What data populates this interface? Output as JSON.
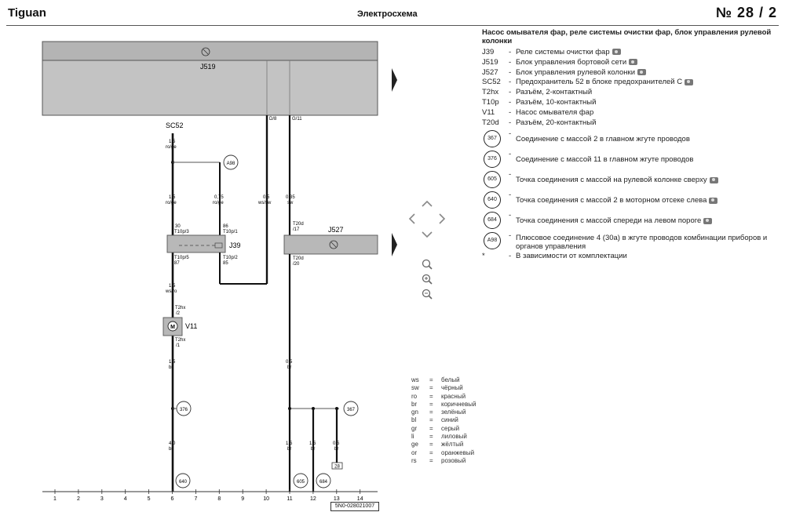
{
  "header": {
    "model": "Tiguan",
    "title": "Электросхема",
    "page": "№ 28 / 2"
  },
  "legend": {
    "title": "Насос омывателя фар, реле системы очистки фар, блок управления рулевой колонки",
    "items": [
      {
        "code": "J39",
        "dash": "-",
        "desc": "Реле системы очистки фар",
        "icon": "camera-icon"
      },
      {
        "code": "J519",
        "dash": "-",
        "desc": "Блок управления бортовой сети",
        "icon": "camera-icon"
      },
      {
        "code": "J527",
        "dash": "-",
        "desc": "Блок управления рулевой колонки",
        "icon": "camera-icon"
      },
      {
        "code": "SC52",
        "dash": "-",
        "desc": "Предохранитель 52 в блоке предохранителей C",
        "icon": "camera-icon"
      },
      {
        "code": "T2hx",
        "dash": "-",
        "desc": "Разъём, 2-контактный"
      },
      {
        "code": "T10p",
        "dash": "-",
        "desc": "Разъём, 10-контактный"
      },
      {
        "code": "V11",
        "dash": "-",
        "desc": "Насос омывателя фар"
      },
      {
        "code": "T20d",
        "dash": "-",
        "desc": "Разъём, 20-контактный"
      }
    ],
    "grounds": [
      {
        "num": "367",
        "dash": "-",
        "desc": "Соединение с массой 2 в главном жгуте проводов"
      },
      {
        "num": "376",
        "dash": "-",
        "desc": "Соединение с массой 11 в главном жгуте проводов"
      },
      {
        "num": "605",
        "dash": "-",
        "desc": "Точка соединения с массой на рулевой колонке сверху",
        "icon": "camera-icon"
      },
      {
        "num": "640",
        "dash": "-",
        "desc": "Точка соединения с массой 2 в моторном отсеке слева",
        "icon": "camera-icon"
      },
      {
        "num": "684",
        "dash": "-",
        "desc": "Точка соединения с массой спереди на левом пороге",
        "icon": "camera-icon"
      },
      {
        "num": "A98",
        "dash": "-",
        "desc": "Плюсовое соединение 4 (30a) в жгуте проводов комбинации приборов и органов управления"
      }
    ],
    "footnote": {
      "code": "*",
      "dash": "-",
      "desc": "В зависимости от комплектации"
    }
  },
  "colors": [
    {
      "code": "ws",
      "eq": "=",
      "name": "белый"
    },
    {
      "code": "sw",
      "eq": "=",
      "name": "чёрный"
    },
    {
      "code": "ro",
      "eq": "=",
      "name": "красный"
    },
    {
      "code": "br",
      "eq": "=",
      "name": "коричневый"
    },
    {
      "code": "gn",
      "eq": "=",
      "name": "зелёный"
    },
    {
      "code": "bl",
      "eq": "=",
      "name": "синий"
    },
    {
      "code": "gr",
      "eq": "=",
      "name": "серый"
    },
    {
      "code": "li",
      "eq": "=",
      "name": "лиловый"
    },
    {
      "code": "ge",
      "eq": "=",
      "name": "жёлтый"
    },
    {
      "code": "or",
      "eq": "=",
      "name": "оранжевый"
    },
    {
      "code": "rs",
      "eq": "=",
      "name": "розовый"
    }
  ],
  "diagram": {
    "components": {
      "j519": "J519",
      "j527": "J527",
      "j39": "J39",
      "v11": "V11",
      "sc52": "SC52"
    },
    "wires": {
      "w1_top": "1,5",
      "w1_top_c": "ro/ge",
      "w1_mid": "1,5",
      "w1_mid_c": "ro/ge",
      "w2": "0,75",
      "w2_c": "ro/ge",
      "w3": "0,5",
      "w3_c": "ws/sw",
      "w4": "0,35",
      "w4_c": "sw",
      "w5": "1,5",
      "w5_c": "ws/ro",
      "w6": "1,5",
      "w6_c": "br",
      "w7": "4,0",
      "w7_c": "br",
      "w8": "0,5",
      "w8_c": "br",
      "w9": "1,5",
      "w9_c": "br",
      "w10": "1,5",
      "w10_c": "br",
      "w11": "0,5",
      "w11_c": "br"
    },
    "pins": {
      "d8": "D/8",
      "g11": "G/11",
      "p30": "30",
      "t10p3": "T10p/3",
      "p86": "86",
      "t10p1": "T10p/1",
      "t10p5": "T10p/5",
      "p87": "87",
      "t10p2": "T10p/2",
      "p85": "85",
      "t2hx2a": "T2hx",
      "t2hx2b": "/2",
      "t2hx1a": "T2hx",
      "t2hx1b": "/1",
      "t20d17a": "T20d",
      "t20d17b": "/17",
      "t20d20a": "T20d",
      "t20d20b": "/20"
    },
    "grounds": {
      "a98": "A98",
      "g376": "376",
      "g367": "367",
      "g640": "640",
      "g605": "605",
      "g684": "684",
      "ref28": "28"
    },
    "tracks": [
      "1",
      "2",
      "3",
      "4",
      "5",
      "6",
      "7",
      "8",
      "9",
      "10",
      "11",
      "12",
      "13",
      "14"
    ],
    "doc_code": "5N0-028021007"
  }
}
